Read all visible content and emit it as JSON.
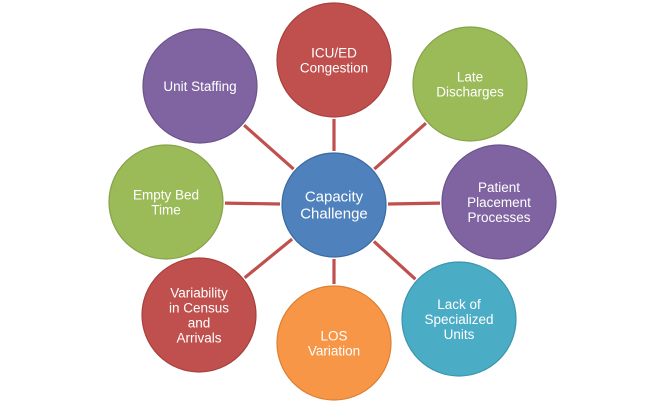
{
  "center": {
    "lines": [
      "Capacity",
      "Challenge"
    ],
    "fill": "#4f81bd",
    "stroke": "#3a6aa0"
  },
  "connector_color": "#c0504d",
  "nodes": [
    {
      "id": "icu-ed-congestion",
      "lines": [
        "ICU/ED",
        "Congestion"
      ],
      "fill": "#c0504d",
      "stroke": "#a8403e"
    },
    {
      "id": "late-discharges",
      "lines": [
        "Late",
        "Discharges"
      ],
      "fill": "#9bbb59",
      "stroke": "#85a24a"
    },
    {
      "id": "patient-placement-processes",
      "lines": [
        "Patient",
        "Placement",
        "Processes"
      ],
      "fill": "#8064a2",
      "stroke": "#6c528c"
    },
    {
      "id": "lack-of-specialized-units",
      "lines": [
        "Lack of",
        "Specialized",
        "Units"
      ],
      "fill": "#4bacc6",
      "stroke": "#3a95ad"
    },
    {
      "id": "los-variation",
      "lines": [
        "LOS",
        "Variation"
      ],
      "fill": "#f79646",
      "stroke": "#de7f31"
    },
    {
      "id": "variability-census-arrivals",
      "lines": [
        "Variability",
        "in Census",
        "and",
        "Arrivals"
      ],
      "fill": "#c0504d",
      "stroke": "#a8403e"
    },
    {
      "id": "empty-bed-time",
      "lines": [
        "Empty Bed",
        "Time"
      ],
      "fill": "#9bbb59",
      "stroke": "#85a24a"
    },
    {
      "id": "unit-staffing",
      "lines": [
        "Unit Staffing"
      ],
      "fill": "#8064a2",
      "stroke": "#6c528c"
    }
  ]
}
